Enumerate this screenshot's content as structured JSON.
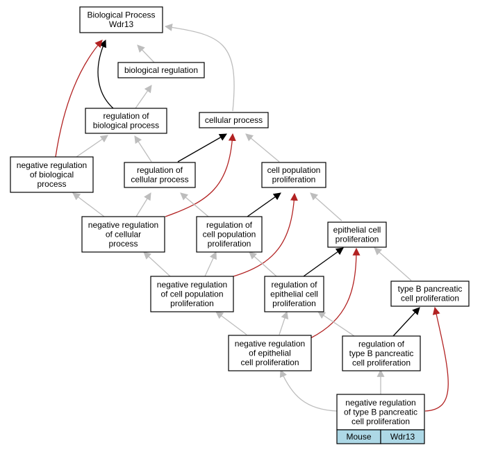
{
  "colors": {
    "is_a": "#bdbdbd",
    "part_of": "#000000",
    "negatively_regulates": "#b22222",
    "tag_fill": "#add8e6"
  },
  "nodes": [
    {
      "id": "bp",
      "lines": [
        "Biological Process",
        "Wdr13"
      ]
    },
    {
      "id": "bio-reg",
      "lines": [
        "biological regulation"
      ]
    },
    {
      "id": "reg-bio",
      "lines": [
        "regulation of",
        "biological process"
      ]
    },
    {
      "id": "cell-proc",
      "lines": [
        "cellular process"
      ]
    },
    {
      "id": "neg-reg-bio",
      "lines": [
        "negative regulation",
        "of biological",
        "process"
      ]
    },
    {
      "id": "reg-cell",
      "lines": [
        "regulation of",
        "cellular process"
      ]
    },
    {
      "id": "cell-pop",
      "lines": [
        "cell population",
        "proliferation"
      ]
    },
    {
      "id": "neg-reg-cell",
      "lines": [
        "negative regulation",
        "of cellular",
        "process"
      ]
    },
    {
      "id": "reg-cell-pop",
      "lines": [
        "regulation of",
        "cell population",
        "proliferation"
      ]
    },
    {
      "id": "epi",
      "lines": [
        "epithelial cell",
        "proliferation"
      ]
    },
    {
      "id": "neg-reg-cell-pop",
      "lines": [
        "negative regulation",
        "of cell population",
        "proliferation"
      ]
    },
    {
      "id": "reg-epi",
      "lines": [
        "regulation of",
        "epithelial cell",
        "proliferation"
      ]
    },
    {
      "id": "typeb",
      "lines": [
        "type B pancreatic",
        "cell proliferation"
      ]
    },
    {
      "id": "neg-reg-epi",
      "lines": [
        "negative regulation",
        "of epithelial",
        "cell proliferation"
      ]
    },
    {
      "id": "reg-typeb",
      "lines": [
        "regulation of",
        "type B pancreatic",
        "cell proliferation"
      ]
    },
    {
      "id": "neg-reg-typeb",
      "lines": [
        "negative regulation",
        "of type B pancreatic",
        "cell proliferation"
      ]
    }
  ],
  "edges": [
    {
      "id": "e1",
      "type": "part_of"
    },
    {
      "id": "e2",
      "type": "negatively_regulates"
    },
    {
      "id": "e3",
      "type": "is_a"
    },
    {
      "id": "e4",
      "type": "is_a"
    },
    {
      "id": "e5",
      "type": "is_a"
    },
    {
      "id": "e6",
      "type": "is_a"
    },
    {
      "id": "e7",
      "type": "is_a"
    },
    {
      "id": "e8",
      "type": "part_of"
    },
    {
      "id": "e9",
      "type": "is_a"
    },
    {
      "id": "e10",
      "type": "is_a"
    },
    {
      "id": "e11",
      "type": "is_a"
    },
    {
      "id": "e12",
      "type": "negatively_regulates"
    },
    {
      "id": "e13",
      "type": "is_a"
    },
    {
      "id": "e14",
      "type": "part_of"
    },
    {
      "id": "e15",
      "type": "is_a"
    },
    {
      "id": "e16",
      "type": "is_a"
    },
    {
      "id": "e17",
      "type": "negatively_regulates"
    },
    {
      "id": "e18",
      "type": "is_a"
    },
    {
      "id": "e19",
      "type": "part_of"
    },
    {
      "id": "e20",
      "type": "is_a"
    },
    {
      "id": "e21",
      "type": "is_a"
    },
    {
      "id": "e22",
      "type": "negatively_regulates"
    },
    {
      "id": "e23",
      "type": "is_a"
    },
    {
      "id": "e24",
      "type": "part_of"
    },
    {
      "id": "e25",
      "type": "is_a"
    },
    {
      "id": "e26",
      "type": "is_a"
    },
    {
      "id": "e27",
      "type": "negatively_regulates"
    }
  ],
  "tags": {
    "species": "Mouse",
    "gene": "Wdr13"
  }
}
